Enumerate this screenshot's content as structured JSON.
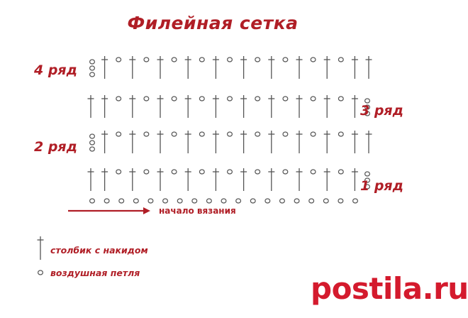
{
  "title": "Филейная сетка",
  "row_labels": {
    "row1": "1 ряд",
    "row2": "2 ряд",
    "row3": "3 ряд",
    "row4": "4 ряд"
  },
  "start_label": "начало вязания",
  "legend": {
    "double_crochet": "столбик с накидом",
    "chain": "воздушная петля"
  },
  "watermark": "postila.ru",
  "chart": {
    "foundation_chains": 19,
    "row_pattern": [
      "T",
      "T",
      "O",
      "T",
      "O",
      "T",
      "O",
      "T",
      "O",
      "T",
      "O",
      "T",
      "O",
      "T",
      "O",
      "T",
      "O",
      "T",
      "O",
      "T",
      "T"
    ],
    "turning_chains": 3
  },
  "colors": {
    "accent": "#b01e26",
    "symbols": "#555555",
    "watermark": "#d41a2d"
  },
  "icons": [
    "double-crochet-symbol",
    "chain-symbol",
    "arrow-right-icon"
  ]
}
